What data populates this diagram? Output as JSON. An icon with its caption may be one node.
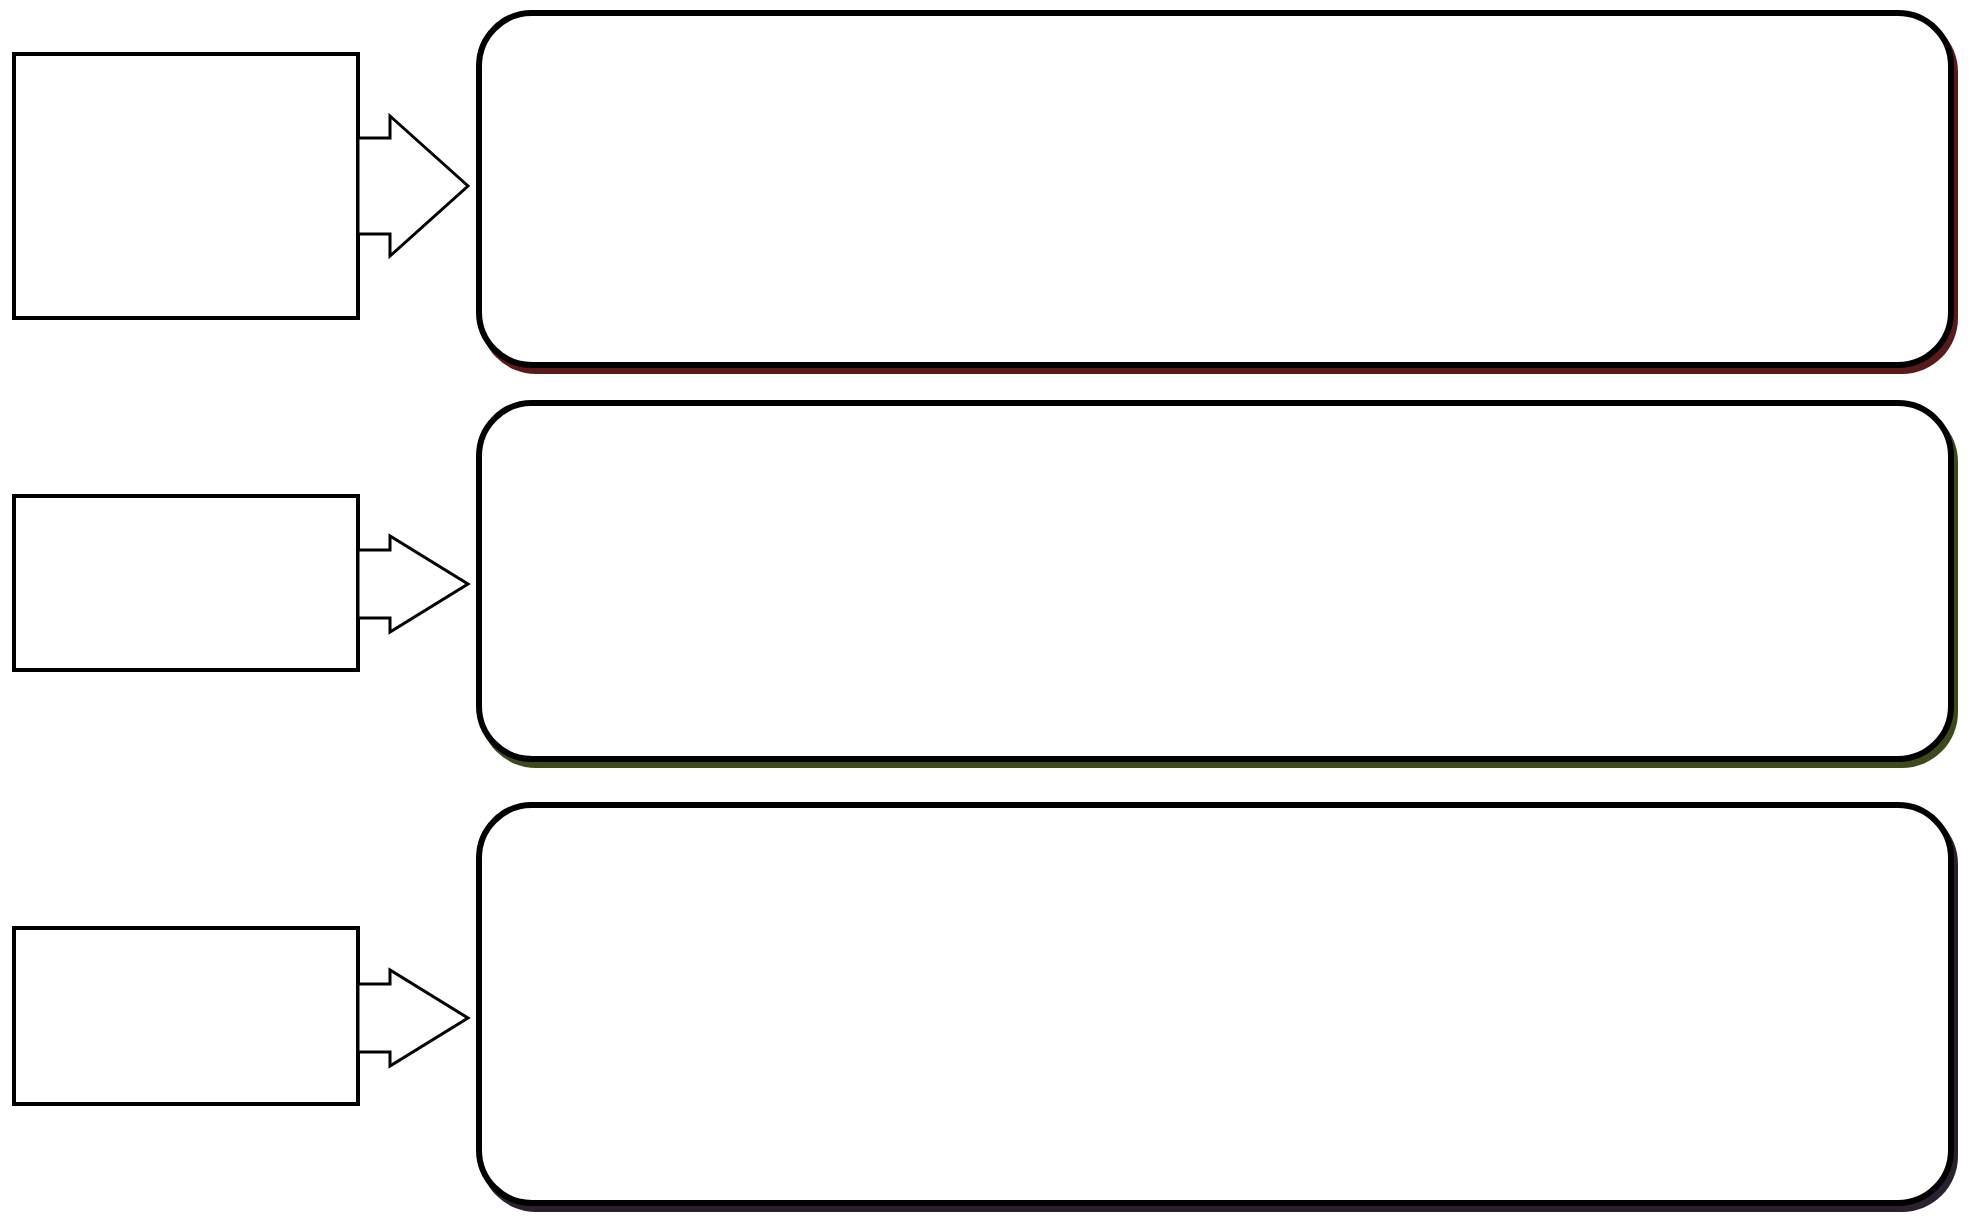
{
  "diagram": {
    "nodes": [
      {
        "text": [],
        "shape": "box"
      },
      {
        "text": [],
        "shape": "box"
      },
      {
        "text": [],
        "shape": "box"
      },
      {
        "text": [],
        "shape": "box"
      },
      {
        "text": [],
        "shape": "box"
      },
      {
        "text": [],
        "shape": "box"
      }
    ],
    "edges": [
      {
        "from": 0,
        "to": 1,
        "arrow": "to"
      },
      {
        "from": 2,
        "to": 3,
        "arrow": "to"
      },
      {
        "from": 4,
        "to": 5,
        "arrow": "to"
      }
    ]
  }
}
